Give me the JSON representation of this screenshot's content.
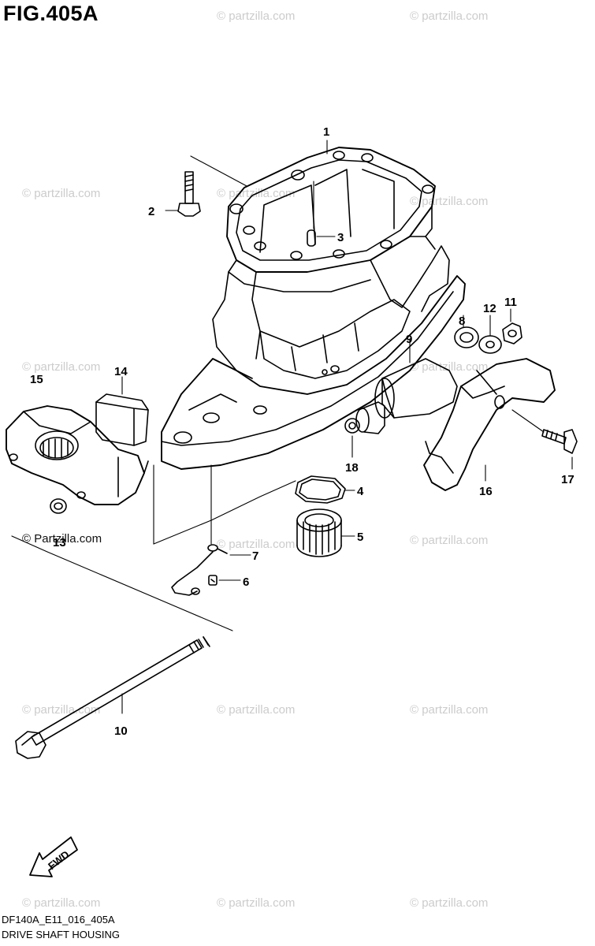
{
  "figure": {
    "title": "FIG.405A",
    "code": "DF140A_E11_016_405A",
    "name": "DRIVE SHAFT HOUSING"
  },
  "callouts": [
    "1",
    "2",
    "3",
    "4",
    "5",
    "6",
    "7",
    "8",
    "9",
    "10",
    "11",
    "12",
    "13",
    "14",
    "15",
    "16",
    "17",
    "18"
  ],
  "fwd_label": "FWD",
  "watermark": {
    "text": "© Partzilla.com",
    "text_lower": "© partzilla.com",
    "color": "#cccccc"
  }
}
